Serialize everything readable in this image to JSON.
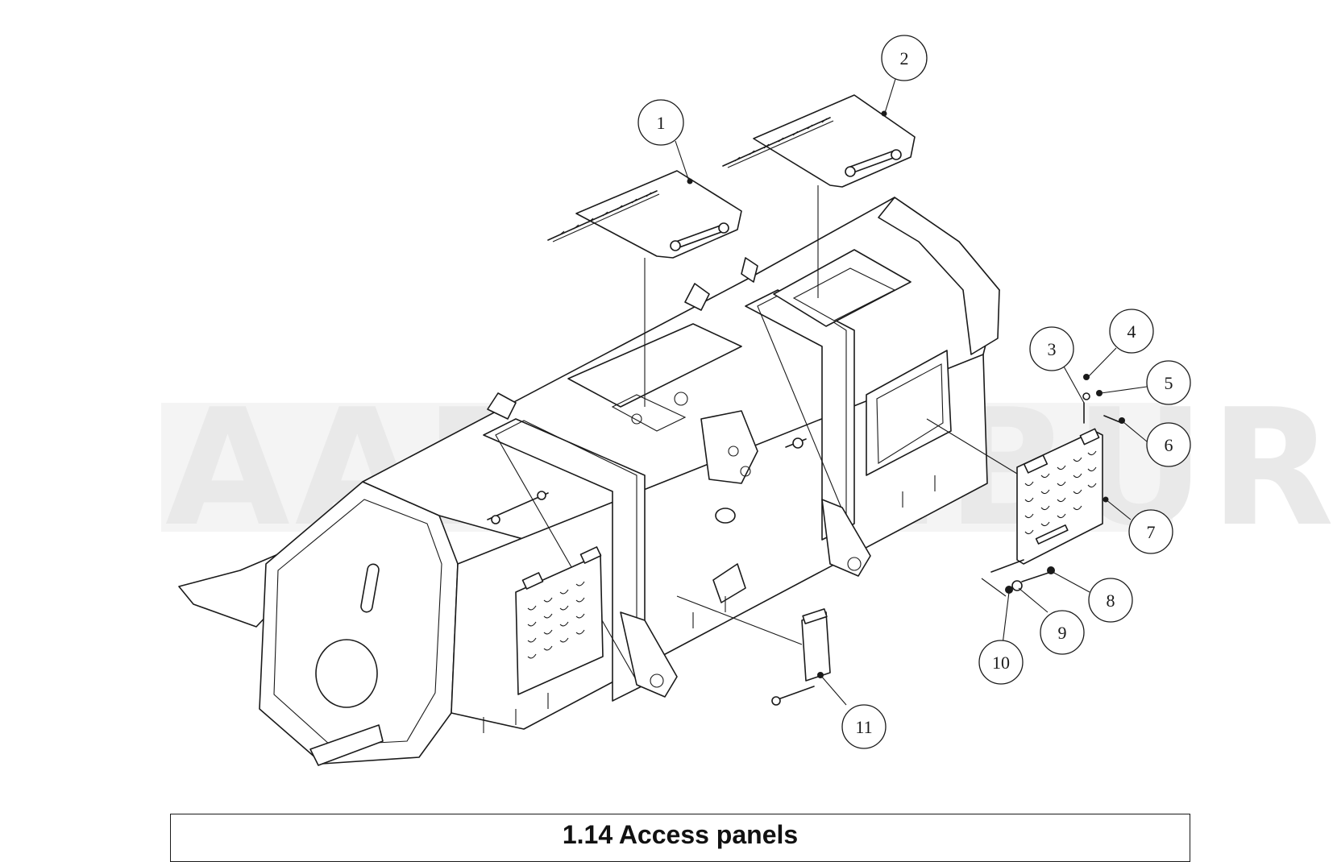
{
  "watermark": {
    "text": "AARDENBURG"
  },
  "figure": {
    "title": "1.14 Access panels",
    "callouts": [
      "1",
      "2",
      "3",
      "4",
      "5",
      "6",
      "7",
      "8",
      "9",
      "10",
      "11"
    ]
  }
}
